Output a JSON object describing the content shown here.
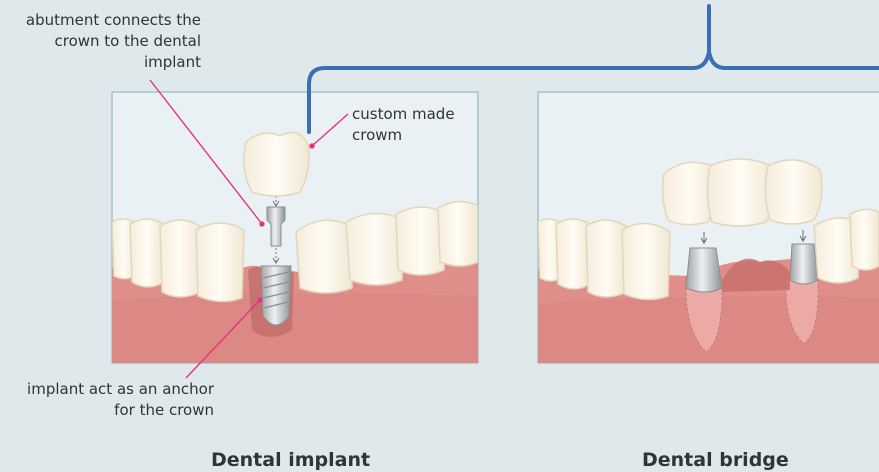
{
  "implant_panel": {
    "annotations": {
      "abutment": "abutment connects the crown to the dental implant",
      "crown": "custom made crowm",
      "anchor": "implant act as an anchor for the crown"
    },
    "caption": "Dental implant"
  },
  "bridge_panel": {
    "caption": "Dental bridge"
  },
  "colors": {
    "background": "#dfe9ec",
    "panel_bg": "#e9f1f4",
    "gum": "#e08e8a",
    "tooth": "#fbf6ea",
    "tooth_outline": "#e6dcc6",
    "metal": "#c2c4c6",
    "leader_line": "#e0377a",
    "bracket": "#3b6fb4"
  }
}
